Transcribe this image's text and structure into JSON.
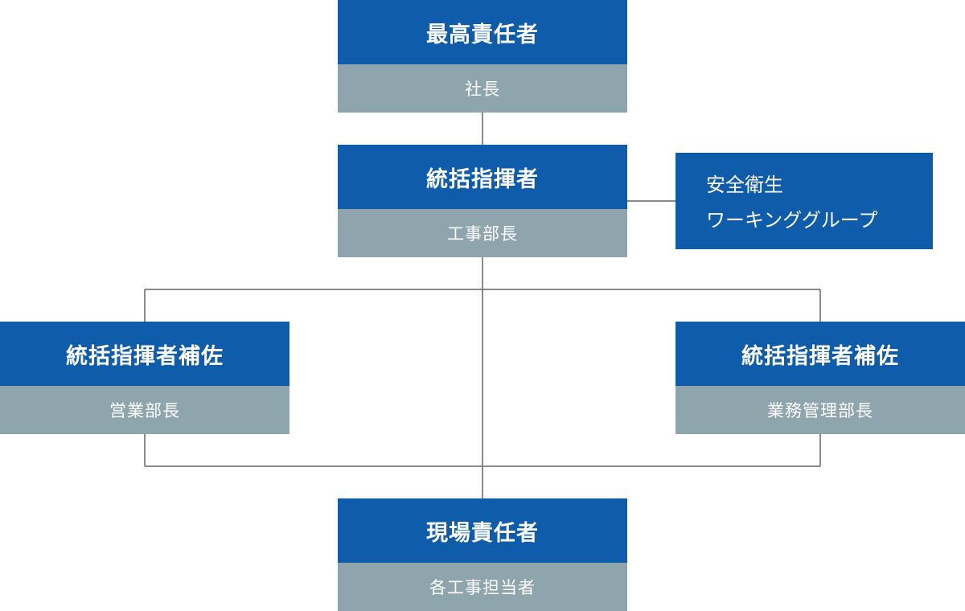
{
  "colors": {
    "title_bg": "#0f5cab",
    "role_bg": "#8fa5ae",
    "line": "#666666",
    "text": "#ffffff"
  },
  "nodes": {
    "top": {
      "title": "最高責任者",
      "role": "社長"
    },
    "general": {
      "title": "統括指揮者",
      "role": "工事部長"
    },
    "assistant_left": {
      "title": "統括指揮者補佐",
      "role": "営業部長"
    },
    "assistant_right": {
      "title": "統括指揮者補佐",
      "role": "業務管理部長"
    },
    "site": {
      "title": "現場責任者",
      "role": "各工事担当者"
    }
  },
  "side_group": {
    "line1": "安全衛生",
    "line2": "ワーキンググループ"
  }
}
